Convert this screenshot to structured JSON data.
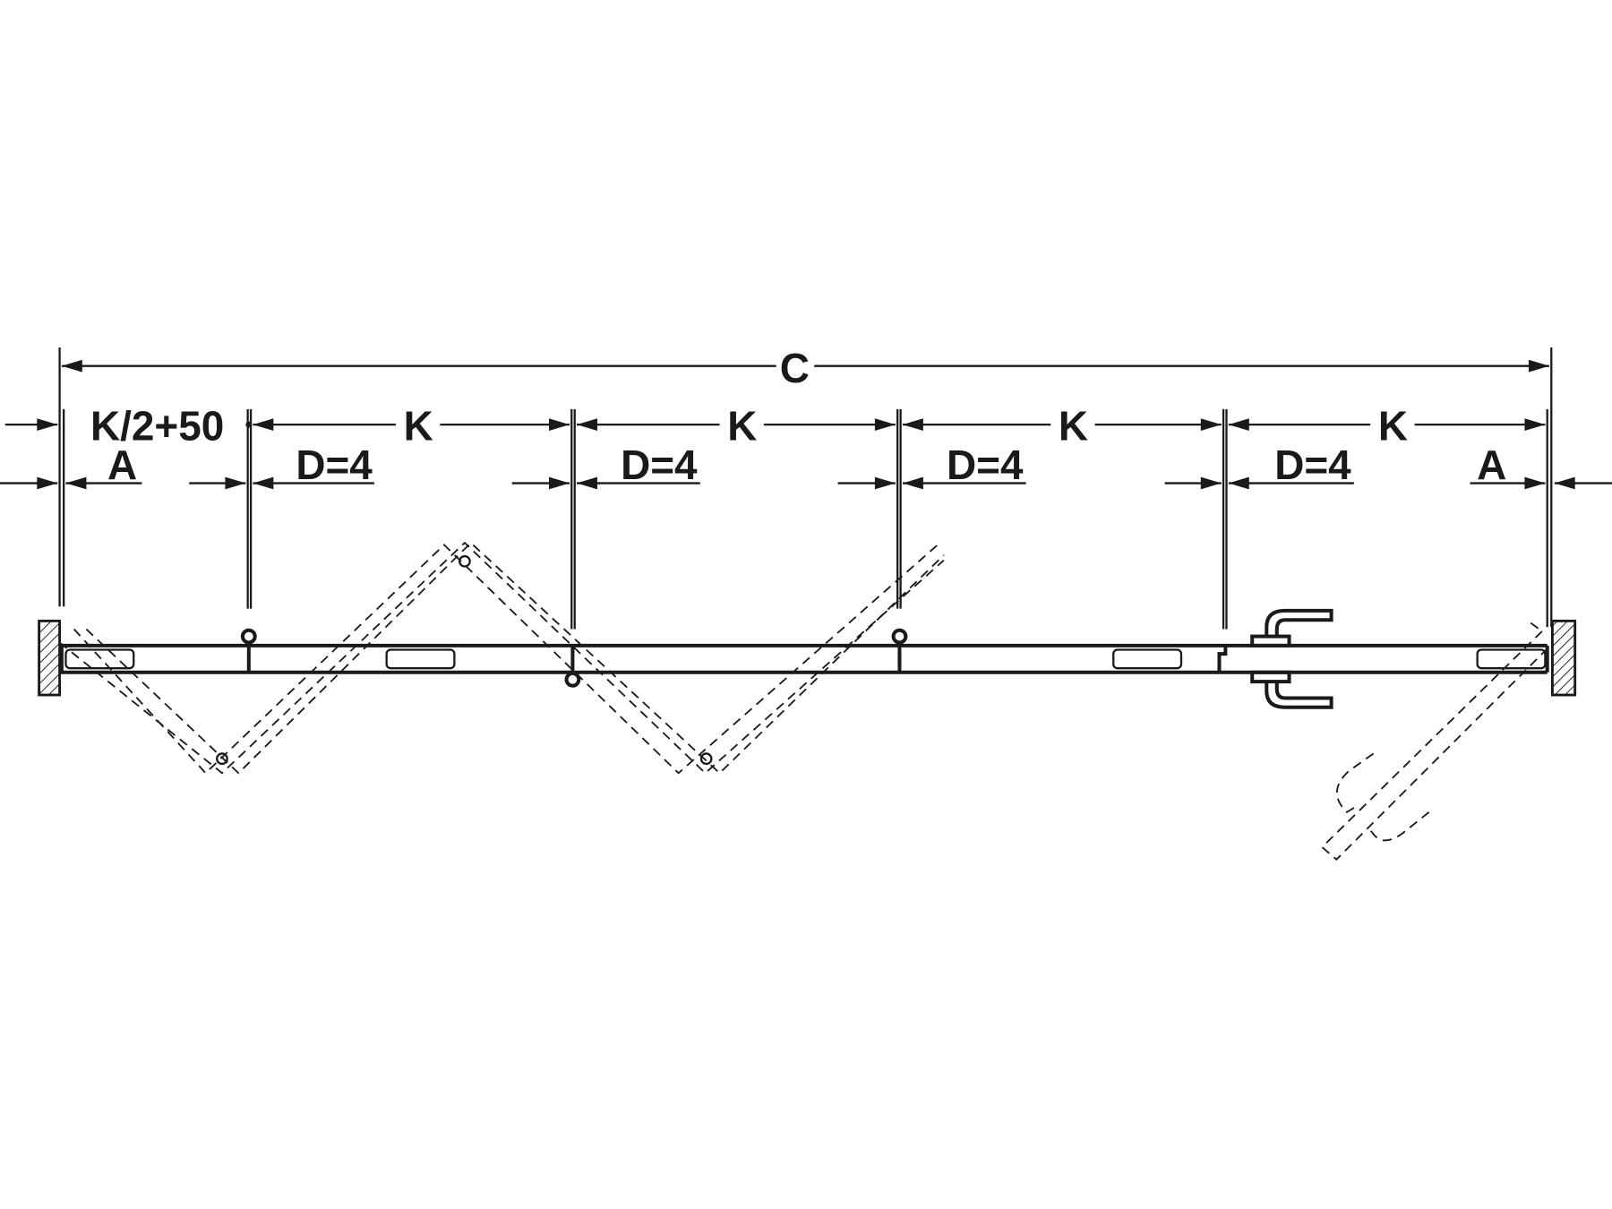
{
  "dimensions": {
    "overall": "C",
    "first_offset": "K/2+50",
    "panel_widths": [
      "K",
      "K",
      "K",
      "K"
    ],
    "gaps": [
      "D=4",
      "D=4",
      "D=4",
      "D=4"
    ],
    "edge_left": "A",
    "edge_right": "A"
  }
}
